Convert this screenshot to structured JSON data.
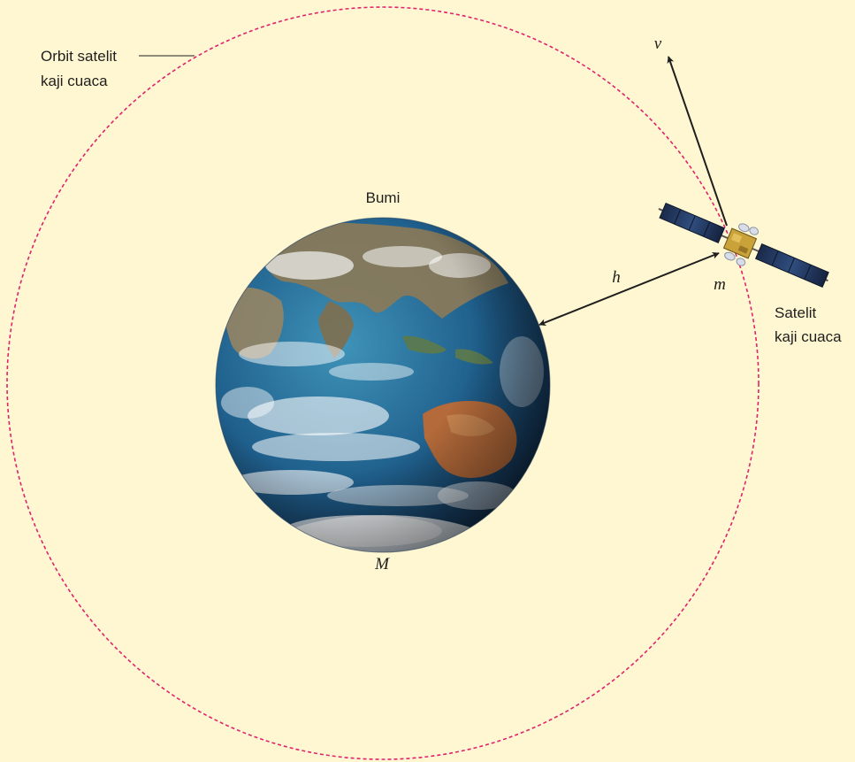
{
  "labels": {
    "orbit_line1": "Orbit satelit",
    "orbit_line2": "kaji cuaca",
    "earth": "Bumi",
    "earth_mass": "M",
    "velocity": "v",
    "height": "h",
    "satellite_mass": "m",
    "satellite_line1": "Satelit",
    "satellite_line2": "kaji cuaca"
  },
  "colors": {
    "background": "#FFF7D1",
    "orbit": "#E0236E",
    "arrow": "#1e1e1e"
  },
  "icons": {
    "earth": "earth-globe-icon",
    "satellite": "weather-satellite-icon"
  }
}
